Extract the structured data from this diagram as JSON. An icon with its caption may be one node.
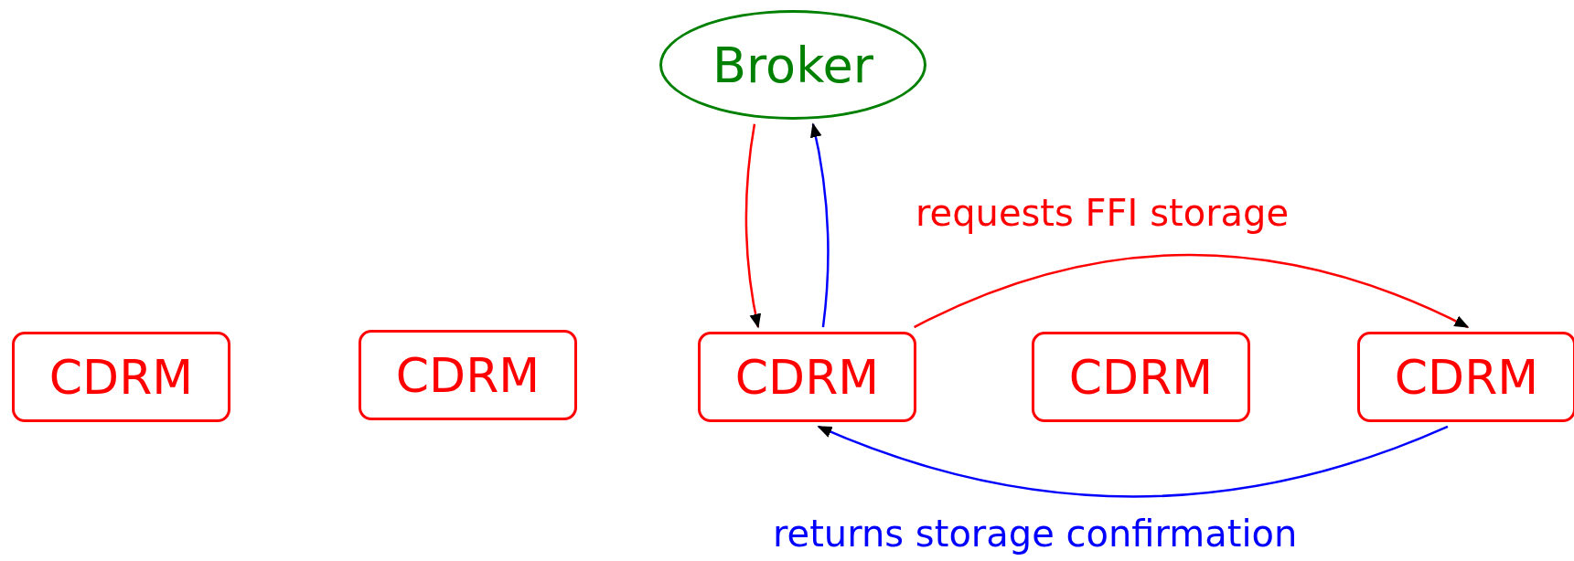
{
  "diagram": {
    "nodes": [
      {
        "text": [
          "Broker"
        ]
      },
      {
        "text": [
          "CDRM"
        ]
      },
      {
        "text": [
          "CDRM"
        ]
      },
      {
        "text": [
          "CDRM"
        ]
      },
      {
        "text": [
          "CDRM"
        ]
      },
      {
        "text": [
          "CDRM"
        ]
      }
    ],
    "edges": [
      {
        "from": 0,
        "to": 3,
        "arrow": "to",
        "color": "#ff0000"
      },
      {
        "from": 3,
        "to": 0,
        "arrow": "to",
        "color": "#0000ff"
      },
      {
        "from": 3,
        "to": 5,
        "arrow": "to",
        "color": "#ff0000",
        "label": "requests FFI storage"
      },
      {
        "from": 5,
        "to": 3,
        "arrow": "to",
        "color": "#0000ff",
        "label": "returns storage confirmation"
      }
    ]
  }
}
